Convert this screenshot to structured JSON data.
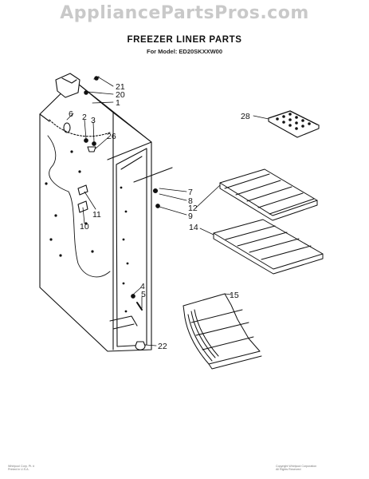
{
  "watermark": "AppliancePartsPros.com",
  "title": "FREEZER LINER PARTS",
  "model": "For Model: ED20SKXXW00",
  "parts": [
    {
      "label": "21"
    },
    {
      "label": "20"
    },
    {
      "label": "1"
    },
    {
      "label": "6"
    },
    {
      "label": "2"
    },
    {
      "label": "3"
    },
    {
      "label": "26"
    },
    {
      "label": "11"
    },
    {
      "label": "10"
    },
    {
      "label": "28"
    },
    {
      "label": "7"
    },
    {
      "label": "8"
    },
    {
      "label": "12"
    },
    {
      "label": "9"
    },
    {
      "label": "14"
    },
    {
      "label": "4"
    },
    {
      "label": "5"
    },
    {
      "label": "15"
    },
    {
      "label": "22"
    }
  ],
  "footer": {
    "left": [
      "Whirlpool Corp. Pt. #",
      "Printed in U.S.A."
    ],
    "right": [
      "Copyright Whirlpool Corporation",
      "All Rights Reserved"
    ]
  }
}
